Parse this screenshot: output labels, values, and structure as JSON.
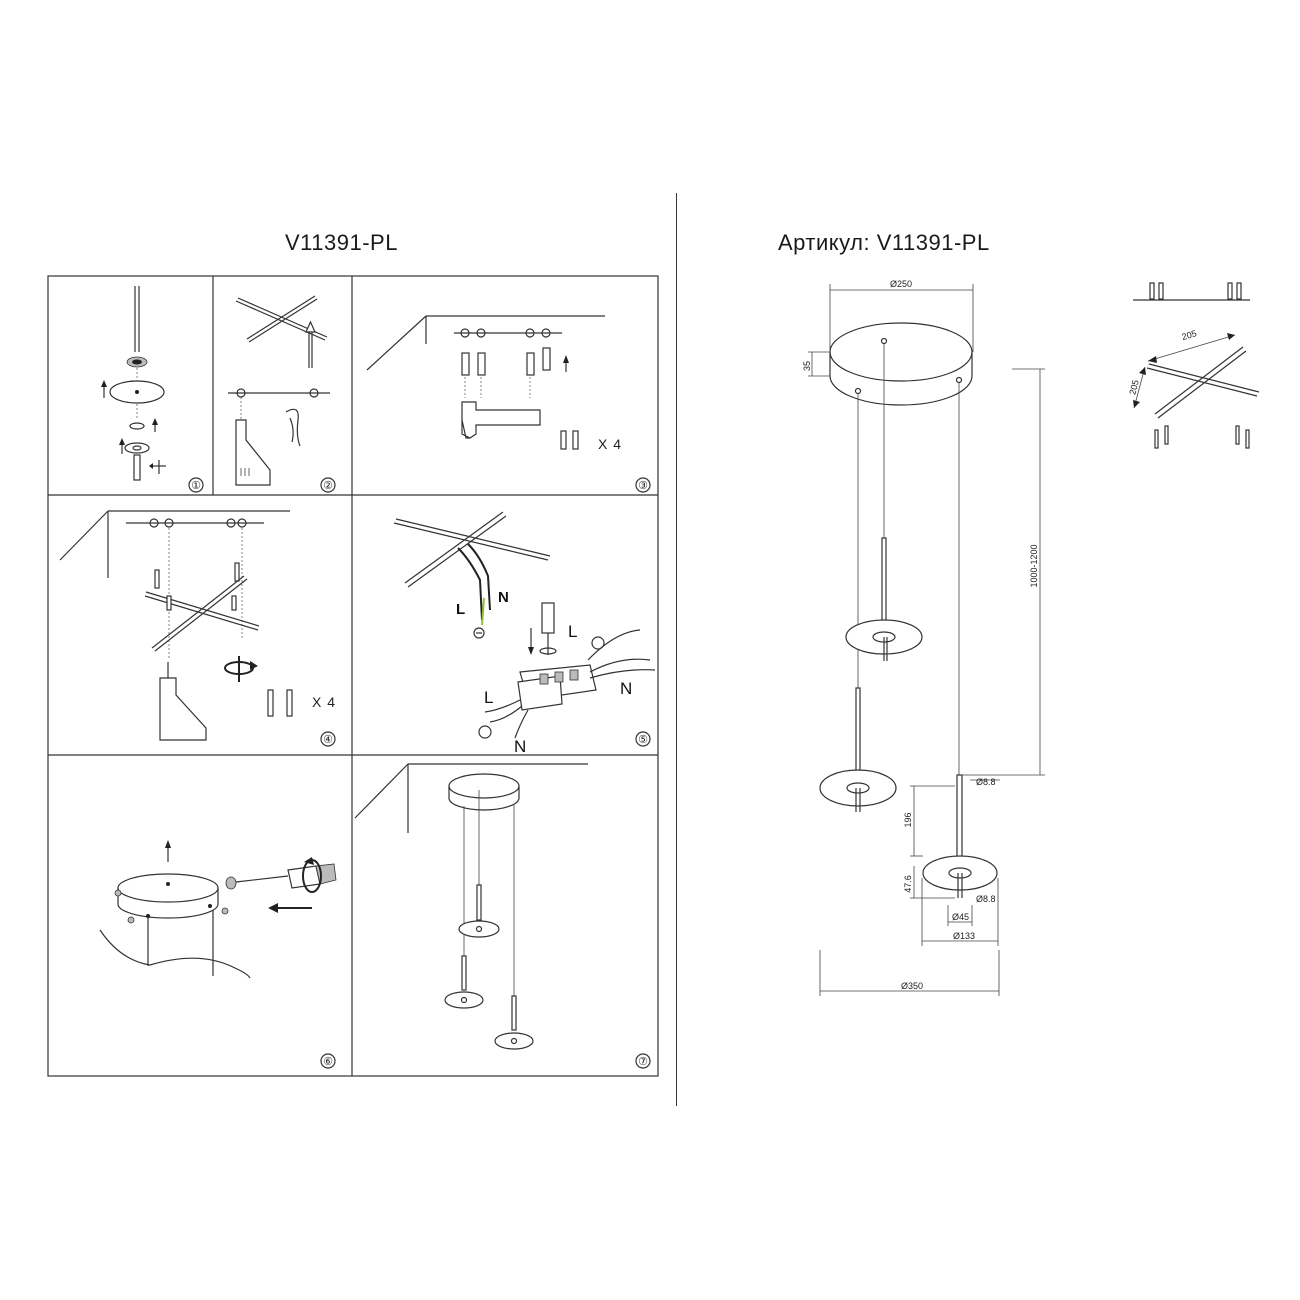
{
  "left_title": "V11391-PL",
  "right_title": "Артикул: V11391-PL",
  "steps": [
    {
      "number": "①"
    },
    {
      "number": "②"
    },
    {
      "number": "③",
      "quantity_label": "X 4"
    },
    {
      "number": "④",
      "quantity_label": "X 4"
    },
    {
      "number": "⑤",
      "wire_labels": [
        "L",
        "N",
        "L",
        "L",
        "N",
        "N"
      ]
    },
    {
      "number": "⑥"
    },
    {
      "number": "⑦"
    }
  ],
  "dimensions": {
    "canopy_diameter": "Ø250",
    "canopy_height": "35",
    "cable_length": "1000-1200",
    "rod_diameter_top": "Ø8.8",
    "rod_length": "196",
    "disc_height": "47.6",
    "rod_diameter_bottom": "Ø8.8",
    "hub_diameter": "Ø45",
    "disc_diameter": "Ø133",
    "overall_diameter": "Ø350",
    "bracket_length_a": "205",
    "bracket_length_b": "205"
  }
}
